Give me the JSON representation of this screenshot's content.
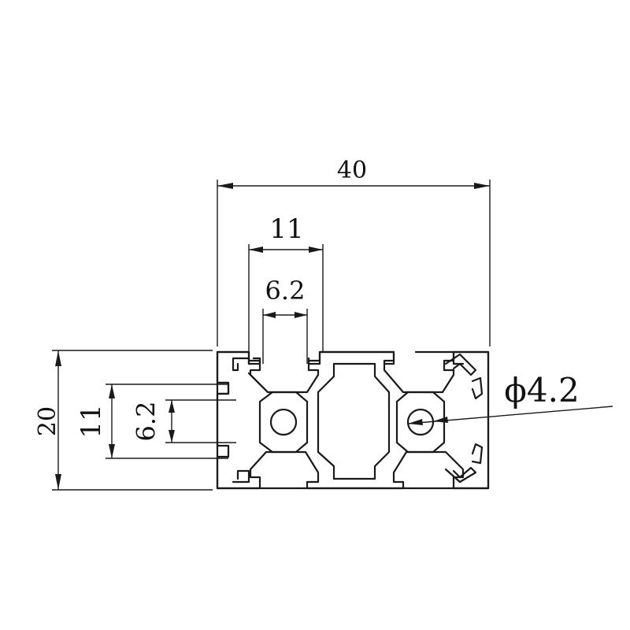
{
  "drawing": {
    "subject": "",
    "dimensions": {
      "width_total": "40",
      "slot_outer_width": "11",
      "slot_opening_width": "6.2",
      "height_total": "20",
      "side_slot_outer": "11",
      "side_slot_opening": "6.2",
      "hole_diameter": "ϕ4.2"
    },
    "colors": {
      "line": "#1a1a1a",
      "background": "#ffffff"
    }
  }
}
